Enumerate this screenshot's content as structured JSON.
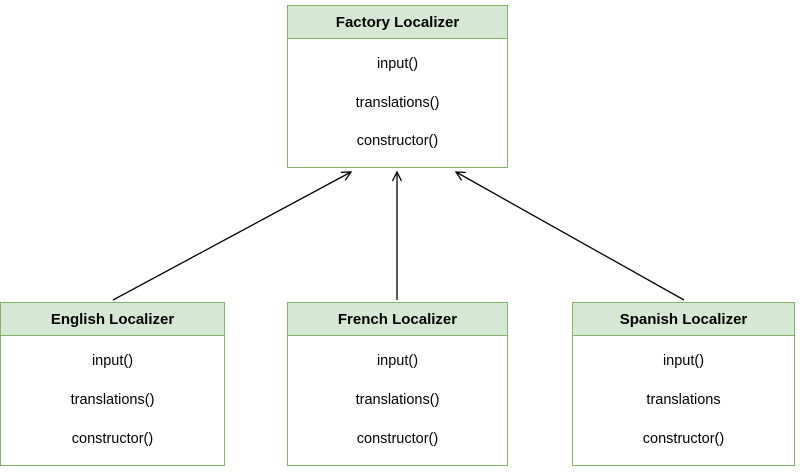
{
  "colors": {
    "header_bg": "#d5e8d4",
    "border": "#82b366",
    "arrow": "#000000",
    "text": "#000000"
  },
  "classes": [
    {
      "id": "factory-localizer",
      "title": "Factory Localizer",
      "methods": [
        "input()",
        "translations()",
        "constructor()"
      ]
    },
    {
      "id": "english-localizer",
      "title": "English Localizer",
      "methods": [
        "input()",
        "translations()",
        "constructor()"
      ]
    },
    {
      "id": "french-localizer",
      "title": "French Localizer",
      "methods": [
        "input()",
        "translations()",
        "constructor()"
      ]
    },
    {
      "id": "spanish-localizer",
      "title": "Spanish Localizer",
      "methods": [
        "input()",
        "translations",
        "constructor()"
      ]
    }
  ],
  "relationships": [
    {
      "from": "english-localizer",
      "to": "factory-localizer",
      "type": "arrow"
    },
    {
      "from": "french-localizer",
      "to": "factory-localizer",
      "type": "arrow"
    },
    {
      "from": "spanish-localizer",
      "to": "factory-localizer",
      "type": "arrow"
    }
  ]
}
